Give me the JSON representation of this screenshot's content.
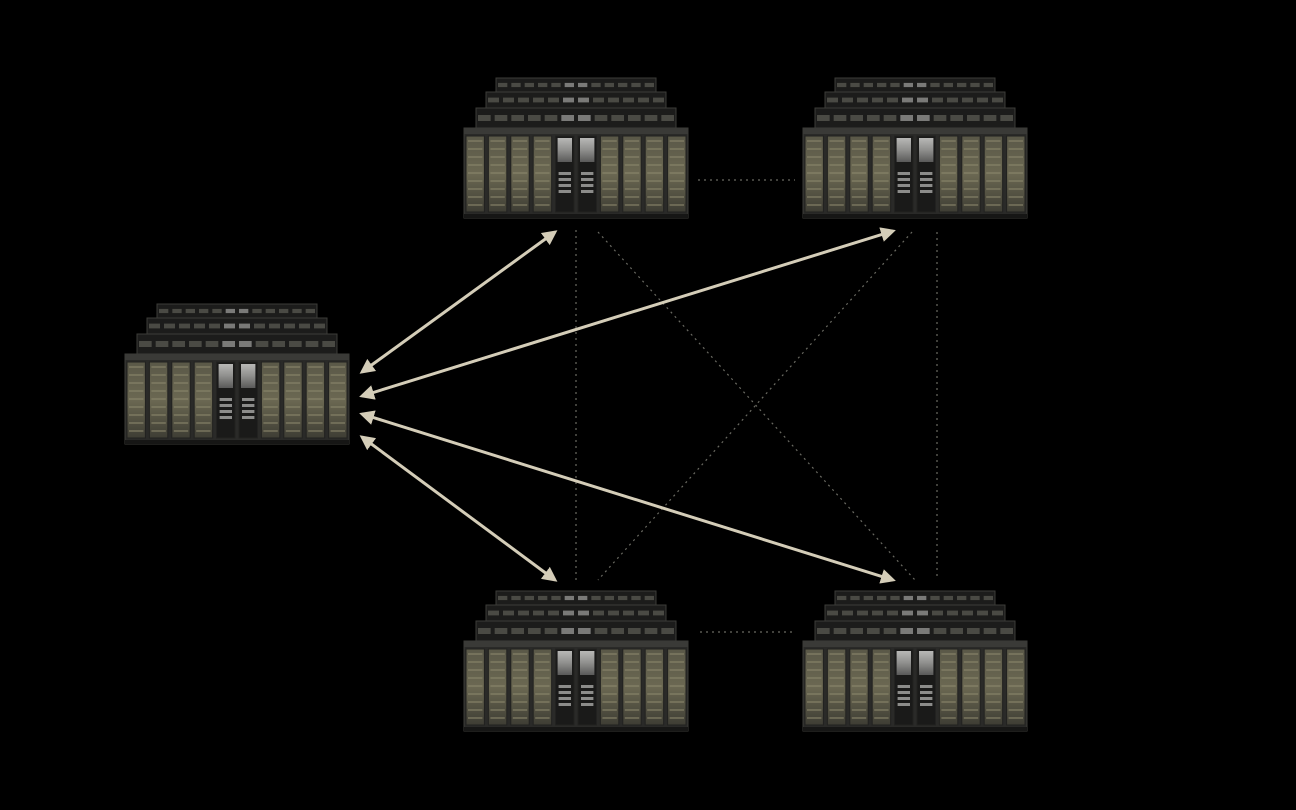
{
  "diagram": {
    "colors": {
      "background": "#000000",
      "arrow": "#d4cdb8",
      "dotted_link": "#6a6a62",
      "rack_body": "#2a2a28",
      "rack_frame": "#3c3c38",
      "rack_panel": "#4b4a3e",
      "rack_glow": "#8a866c",
      "rack_center": "#9a9a98",
      "rack_top": "#1c1c1b"
    },
    "clusters": [
      {
        "id": "cluster-left",
        "icon": "server-cluster-icon",
        "role": "hub"
      },
      {
        "id": "cluster-top-left",
        "icon": "server-cluster-icon",
        "role": "peer"
      },
      {
        "id": "cluster-top-right",
        "icon": "server-cluster-icon",
        "role": "peer"
      },
      {
        "id": "cluster-bottom-left",
        "icon": "server-cluster-icon",
        "role": "peer"
      },
      {
        "id": "cluster-bottom-right",
        "icon": "server-cluster-icon",
        "role": "peer"
      }
    ],
    "arrows": [
      {
        "from": "cluster-left",
        "to": "cluster-top-left",
        "style": "bidirectional"
      },
      {
        "from": "cluster-left",
        "to": "cluster-top-right",
        "style": "bidirectional"
      },
      {
        "from": "cluster-left",
        "to": "cluster-bottom-right",
        "style": "bidirectional"
      },
      {
        "from": "cluster-left",
        "to": "cluster-bottom-left",
        "style": "bidirectional"
      }
    ],
    "dotted_links": [
      {
        "from": "cluster-top-left",
        "to": "cluster-top-right"
      },
      {
        "from": "cluster-bottom-left",
        "to": "cluster-bottom-right"
      },
      {
        "from": "cluster-top-left",
        "to": "cluster-bottom-left"
      },
      {
        "from": "cluster-top-right",
        "to": "cluster-bottom-right"
      },
      {
        "from": "cluster-top-left",
        "to": "cluster-bottom-right"
      },
      {
        "from": "cluster-top-right",
        "to": "cluster-bottom-left"
      }
    ]
  }
}
